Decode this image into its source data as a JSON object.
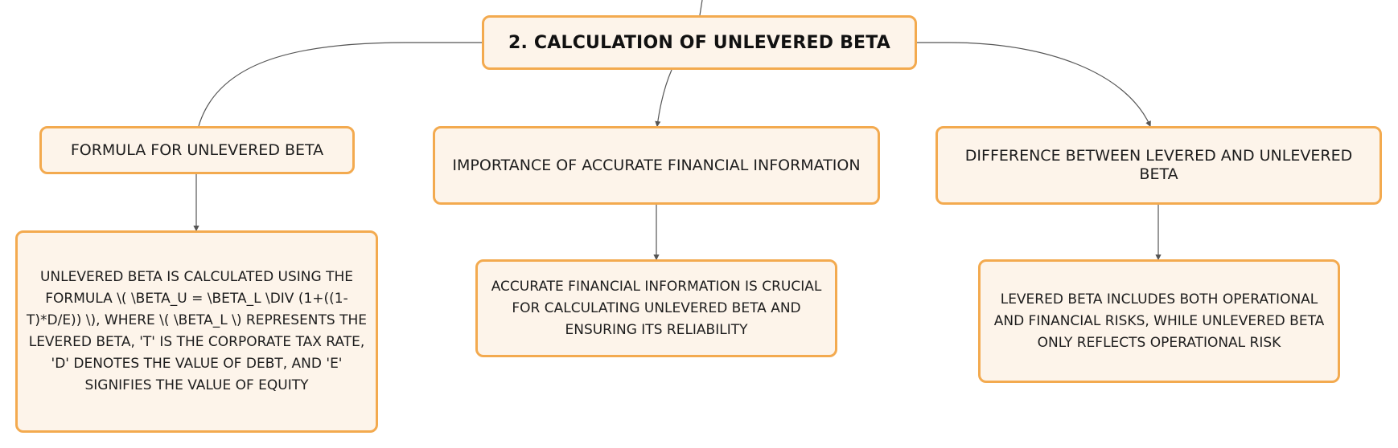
{
  "colors": {
    "node_fill": "#fdf4ea",
    "node_border": "#f3aa4f",
    "connector": "#555555"
  },
  "root": {
    "label": "2. CALCULATION OF UNLEVERED BETA"
  },
  "branches": [
    {
      "label": "FORMULA FOR UNLEVERED BETA",
      "detail": "UNLEVERED BETA IS CALCULATED USING THE FORMULA \\( \\BETA_U = \\BETA_L \\DIV (1+((1-T)*D/E)) \\), WHERE \\( \\BETA_L \\) REPRESENTS THE LEVERED BETA, 'T' IS THE CORPORATE TAX RATE, 'D' DENOTES THE VALUE OF DEBT, AND 'E' SIGNIFIES THE VALUE OF EQUITY"
    },
    {
      "label": "IMPORTANCE OF ACCURATE FINANCIAL INFORMATION",
      "detail": "ACCURATE FINANCIAL INFORMATION IS CRUCIAL FOR CALCULATING UNLEVERED BETA AND ENSURING ITS RELIABILITY"
    },
    {
      "label": "DIFFERENCE BETWEEN LEVERED AND UNLEVERED BETA",
      "detail": "LEVERED BETA INCLUDES BOTH OPERATIONAL AND FINANCIAL RISKS, WHILE UNLEVERED BETA ONLY REFLECTS OPERATIONAL RISK"
    }
  ]
}
